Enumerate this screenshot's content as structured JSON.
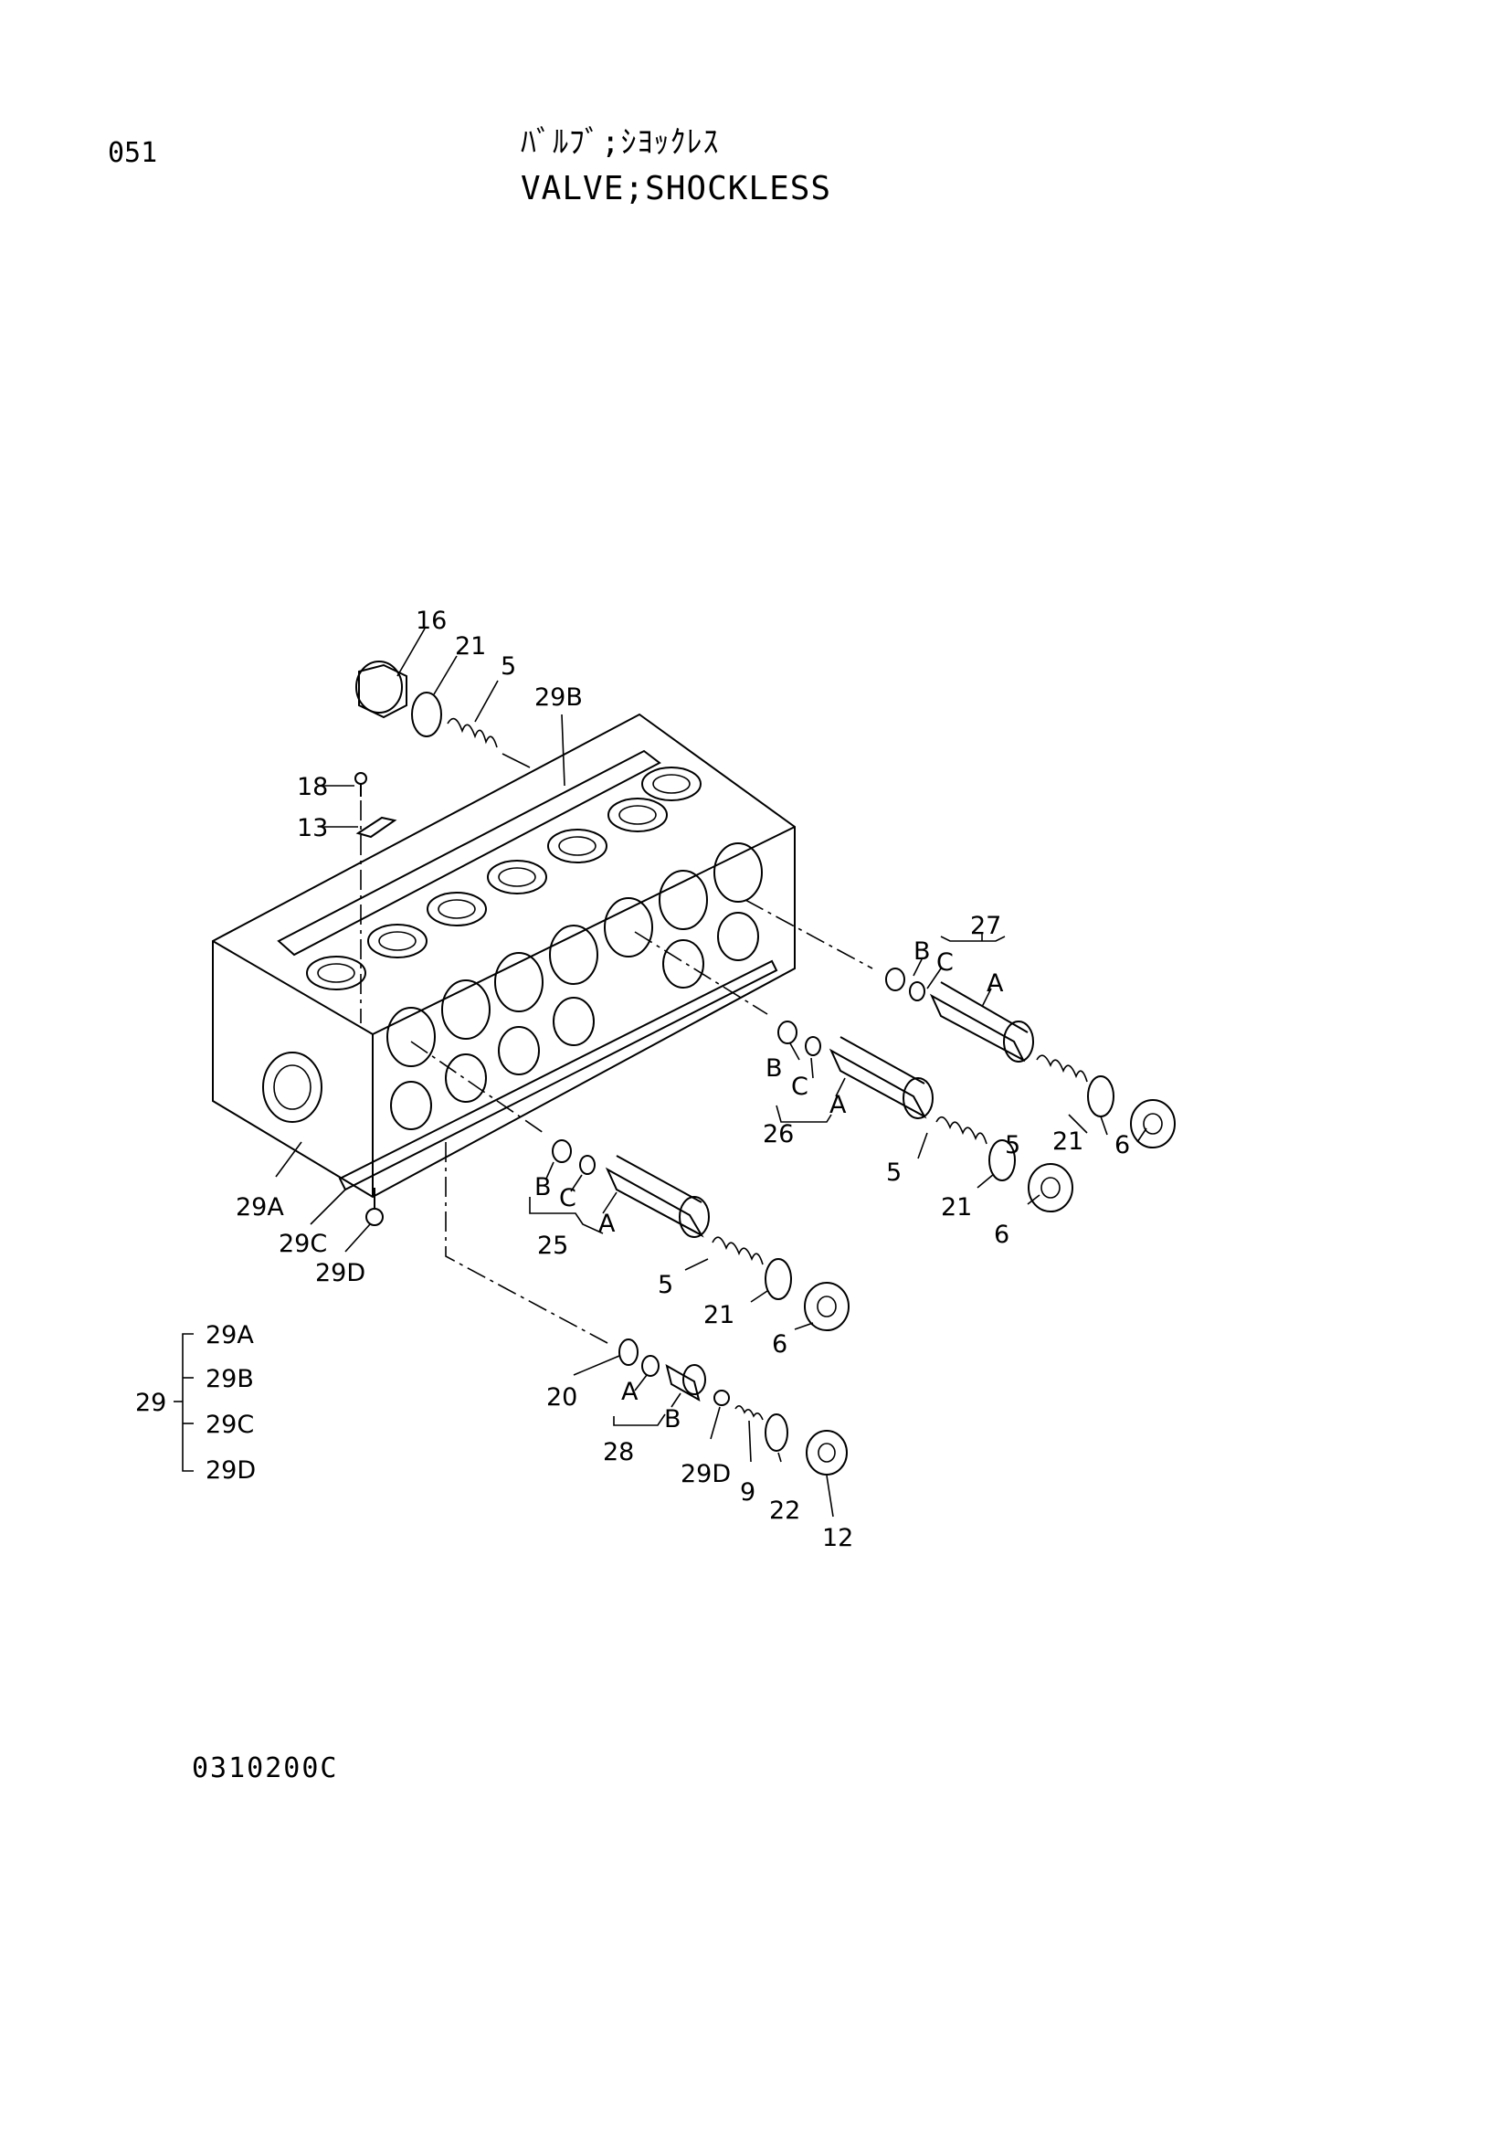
{
  "header": {
    "page_number": "051",
    "title_jp": "ﾊﾞﾙﾌﾞ;ｼﾖｯｸﾚｽ",
    "title_en": "VALVE;SHOCKLESS"
  },
  "footer": {
    "drawing_code": "0310200C"
  },
  "callouts": {
    "c16": "16",
    "c21_top": "21",
    "c5_top": "5",
    "c29b_top": "29B",
    "c18": "18",
    "c13": "13",
    "c27": "27",
    "c27b": "B",
    "c27c": "C",
    "c27a": "A",
    "c5_r": "5",
    "c21_r": "21",
    "c6_r": "6",
    "c26b": "B",
    "c26c": "C",
    "c26a": "A",
    "c26": "26",
    "c5_m": "5",
    "c21_m": "21",
    "c6_m": "6",
    "c25b": "B",
    "c25c": "C",
    "c25a": "A",
    "c25": "25",
    "c5_l": "5",
    "c21_l": "21",
    "c6_l": "6",
    "c29a": "29A",
    "c29c": "29C",
    "c29d": "29D",
    "c20": "20",
    "c28a": "A",
    "c28b": "B",
    "c28": "28",
    "c29d_b": "29D",
    "c9": "9",
    "c22": "22",
    "c12": "12"
  },
  "legend": {
    "parent": "29",
    "children": [
      "29A",
      "29B",
      "29C",
      "29D"
    ]
  }
}
